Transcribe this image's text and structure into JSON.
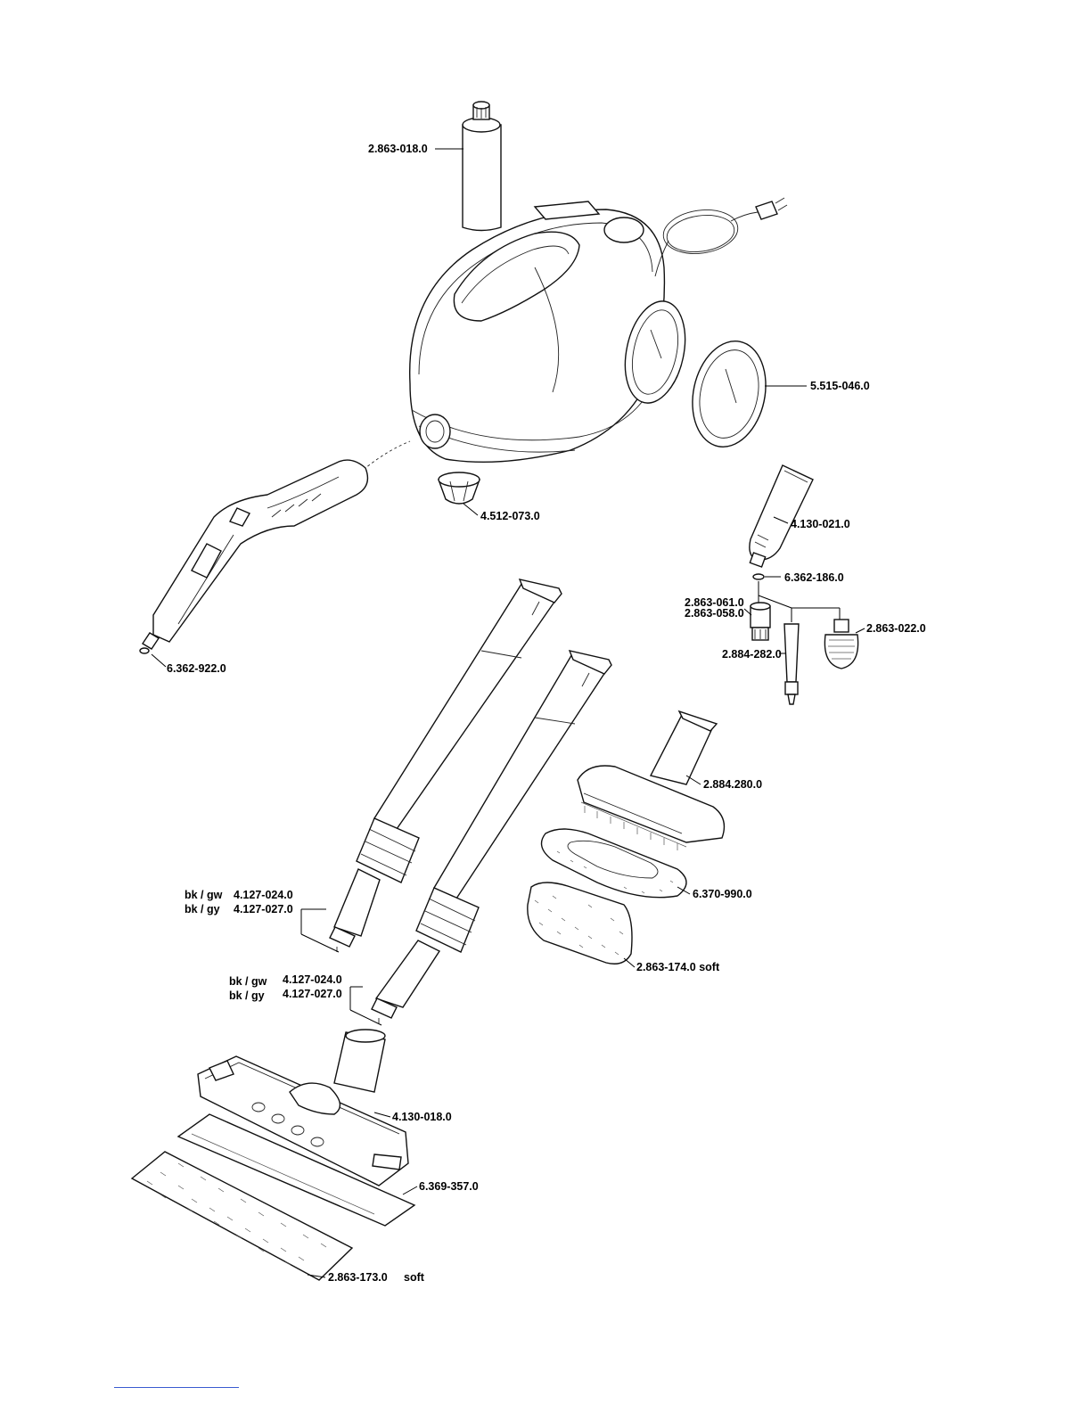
{
  "labels": {
    "descaling_cartridge": "2.863-018.0",
    "wheel": "5.515-046.0",
    "cap": "4.512-073.0",
    "detail_nozzle": "4.130-021.0",
    "o_ring_small": "6.362-186.0",
    "round_brush_a": "2.863-061.0",
    "round_brush_b": "2.863-058.0",
    "power_nozzle": "2.884-282.0",
    "brass_brush": "2.863-022.0",
    "o_ring_gun": "6.362-922.0",
    "hand_brush": "2.884.280.0",
    "terry_cover": "6.370-990.0",
    "microfibre_cover": "2.863-174.0 soft",
    "tube1_color_a": "bk / gw",
    "tube1_part_a": "4.127-024.0",
    "tube1_color_b": "bk / gy",
    "tube1_part_b": "4.127-027.0",
    "tube2_color_a": "bk / gw",
    "tube2_part_a": "4.127-024.0",
    "tube2_color_b": "bk / gy",
    "tube2_part_b": "4.127-027.0",
    "floor_nozzle": "4.130-018.0",
    "floor_cloth": "6.369-357.0",
    "microfibre_floor_cloth": "2.863-173.0",
    "microfibre_floor_cloth_note": "soft"
  }
}
